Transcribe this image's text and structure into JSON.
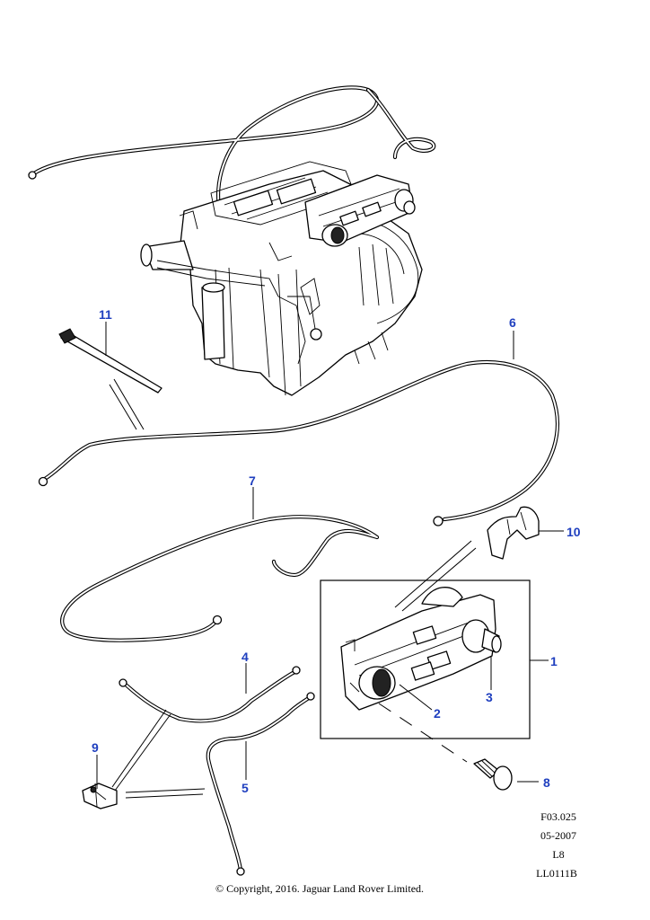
{
  "callouts": {
    "c1": "1",
    "c2": "2",
    "c3": "3",
    "c4": "4",
    "c5": "5",
    "c6": "6",
    "c7": "7",
    "c8": "8",
    "c9": "9",
    "c10": "10",
    "c11": "11"
  },
  "callout_color": "#1f3fbf",
  "reference": {
    "figure": "F03.025",
    "date": "05-2007",
    "model": "L8",
    "code": "LL0111B"
  },
  "copyright": "© Copyright, 2016. Jaguar Land Rover Limited."
}
